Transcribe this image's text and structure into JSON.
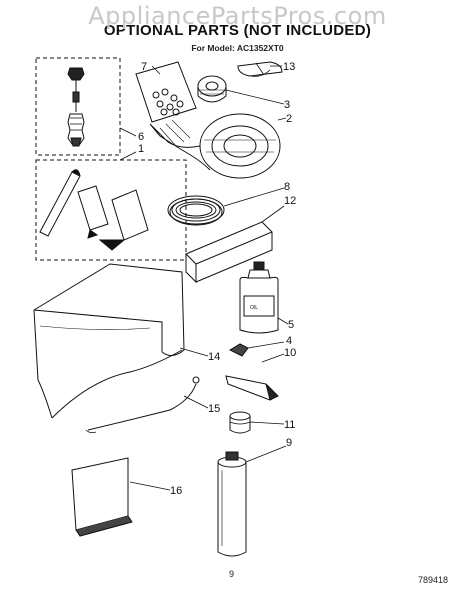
{
  "watermark": "AppliancePartsPros.com",
  "title": "OPTIONAL PARTS (NOT INCLUDED)",
  "model_line": "For Model: AC1352XT0",
  "page_number": "9",
  "document_number": "789418",
  "callouts": [
    "1",
    "2",
    "3",
    "4",
    "5",
    "6",
    "7",
    "8",
    "10",
    "11",
    "9",
    "12",
    "13",
    "14",
    "15",
    "16"
  ],
  "bottle_label": "OIL"
}
